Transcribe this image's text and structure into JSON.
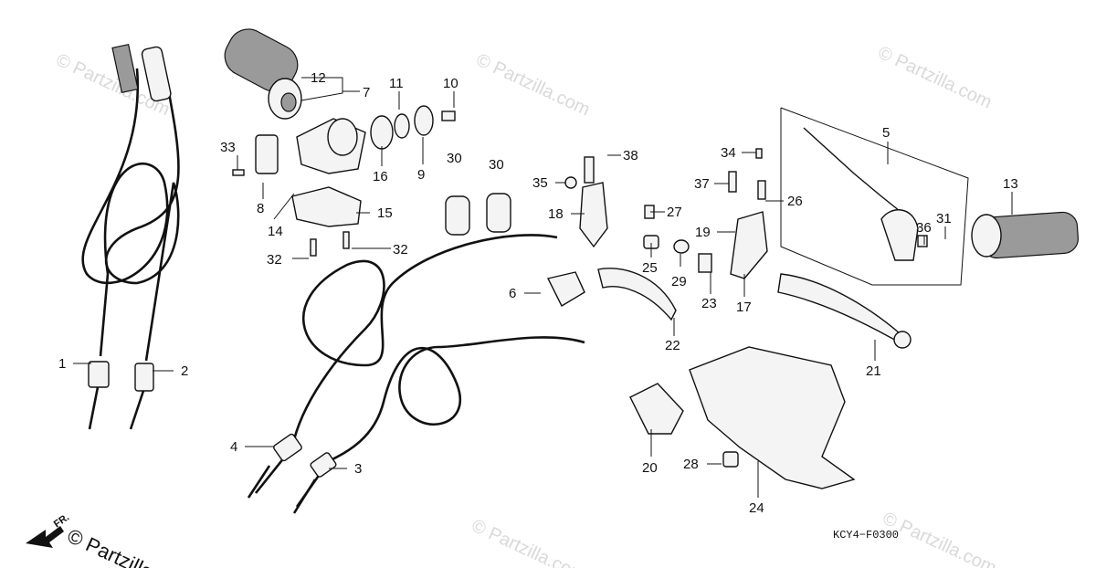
{
  "diagram": {
    "drawing_code": "KCY4−F0300",
    "watermark_text": "© Partzilla.com",
    "corner_watermark": "© Partzilla",
    "direction_label": "FR.",
    "callouts": [
      "1",
      "2",
      "3",
      "4",
      "5",
      "6",
      "7",
      "8",
      "9",
      "10",
      "11",
      "12",
      "13",
      "14",
      "15",
      "16",
      "17",
      "18",
      "19",
      "20",
      "21",
      "22",
      "23",
      "24",
      "25",
      "26",
      "27",
      "28",
      "29",
      "30",
      "30",
      "31",
      "32",
      "32",
      "33",
      "34",
      "35",
      "36",
      "37",
      "38"
    ]
  }
}
